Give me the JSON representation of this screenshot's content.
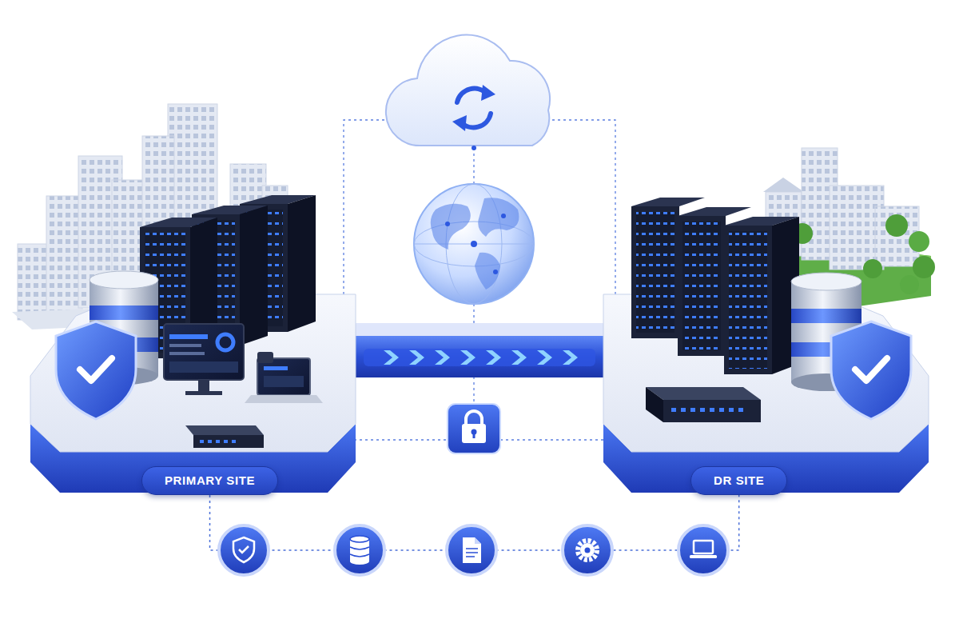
{
  "diagram": {
    "nodes": [
      {
        "text": [
          "PRIMARY SITE"
        ]
      },
      {
        "text": [
          "DR SITE"
        ]
      }
    ],
    "edges": [
      {
        "from": 0,
        "to": 1,
        "arrow": "none"
      }
    ]
  }
}
